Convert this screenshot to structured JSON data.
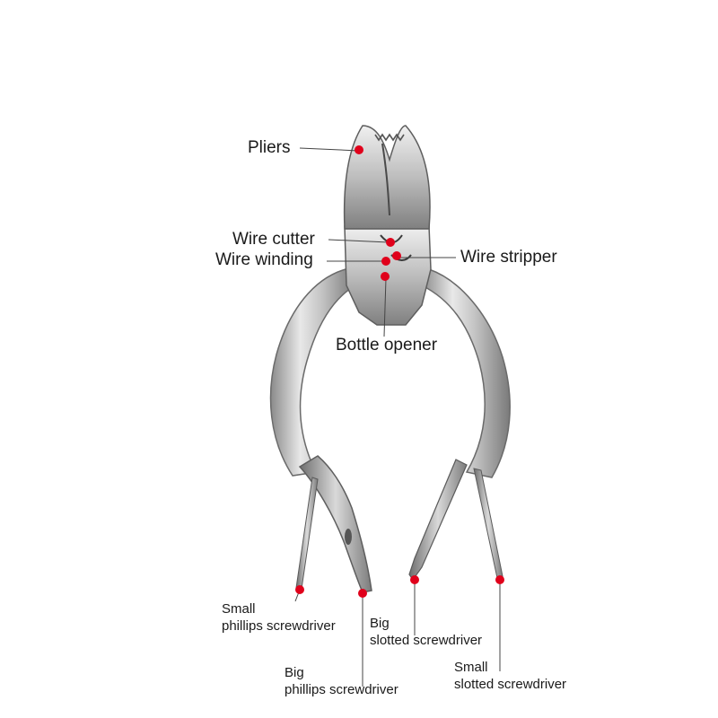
{
  "colors": {
    "background": "#ffffff",
    "marker": "#e0001b",
    "leader_line": "#444444",
    "metal_light": "#e6e6e6",
    "metal_mid": "#b9b9b9",
    "metal_dark": "#6f6f6f"
  },
  "labels": {
    "pliers": "Pliers",
    "wire_cutter": "Wire cutter",
    "wire_winding": "Wire winding",
    "wire_stripper": "Wire stripper",
    "bottle_opener": "Bottle opener",
    "small_phillips": {
      "line1": "Small",
      "line2": "phillips screwdriver"
    },
    "big_phillips": {
      "line1": "Big",
      "line2": "phillips screwdriver"
    },
    "big_slotted": {
      "line1": "Big",
      "line2": "slotted screwdriver"
    },
    "small_slotted": {
      "line1": "Small",
      "line2": "slotted screwdriver"
    }
  }
}
